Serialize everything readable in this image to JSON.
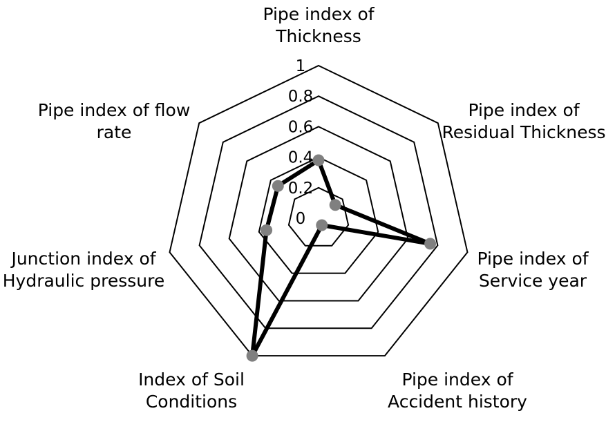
{
  "chart_data": {
    "type": "radar",
    "categories": [
      [
        "Pipe index of",
        "Thickness"
      ],
      [
        "Pipe index of",
        "Residual Thickness"
      ],
      [
        "Pipe index of",
        "Service year"
      ],
      [
        "Pipe index of",
        "Accident history"
      ],
      [
        "Index of Soil",
        "Conditions"
      ],
      [
        "Junction index of",
        "Hydraulic pressure"
      ],
      [
        "Pipe index of flow",
        "rate"
      ]
    ],
    "ticks": [
      "0",
      "0.2",
      "0.4",
      "0.6",
      "0.8",
      "1"
    ],
    "rlim": [
      0,
      1
    ],
    "series": [
      {
        "values": [
          0.38,
          0.14,
          0.75,
          0.05,
          1.0,
          0.35,
          0.34
        ]
      }
    ]
  }
}
